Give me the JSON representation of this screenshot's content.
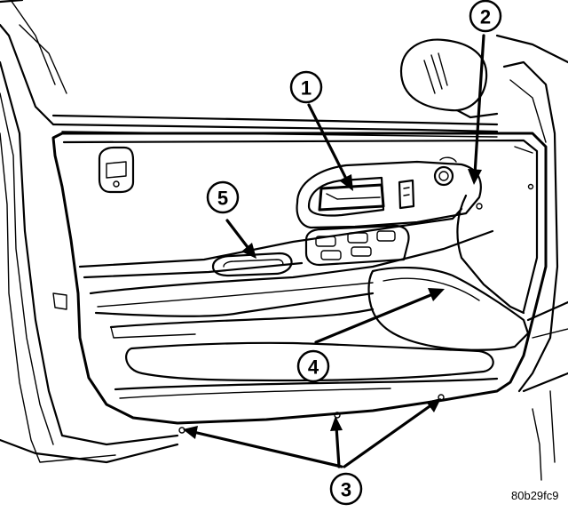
{
  "callouts": [
    {
      "id": "1",
      "label": "1"
    },
    {
      "id": "2",
      "label": "2"
    },
    {
      "id": "3",
      "label": "3"
    },
    {
      "id": "4",
      "label": "4"
    },
    {
      "id": "5",
      "label": "5"
    }
  ],
  "figure_code": "80b29fc9"
}
